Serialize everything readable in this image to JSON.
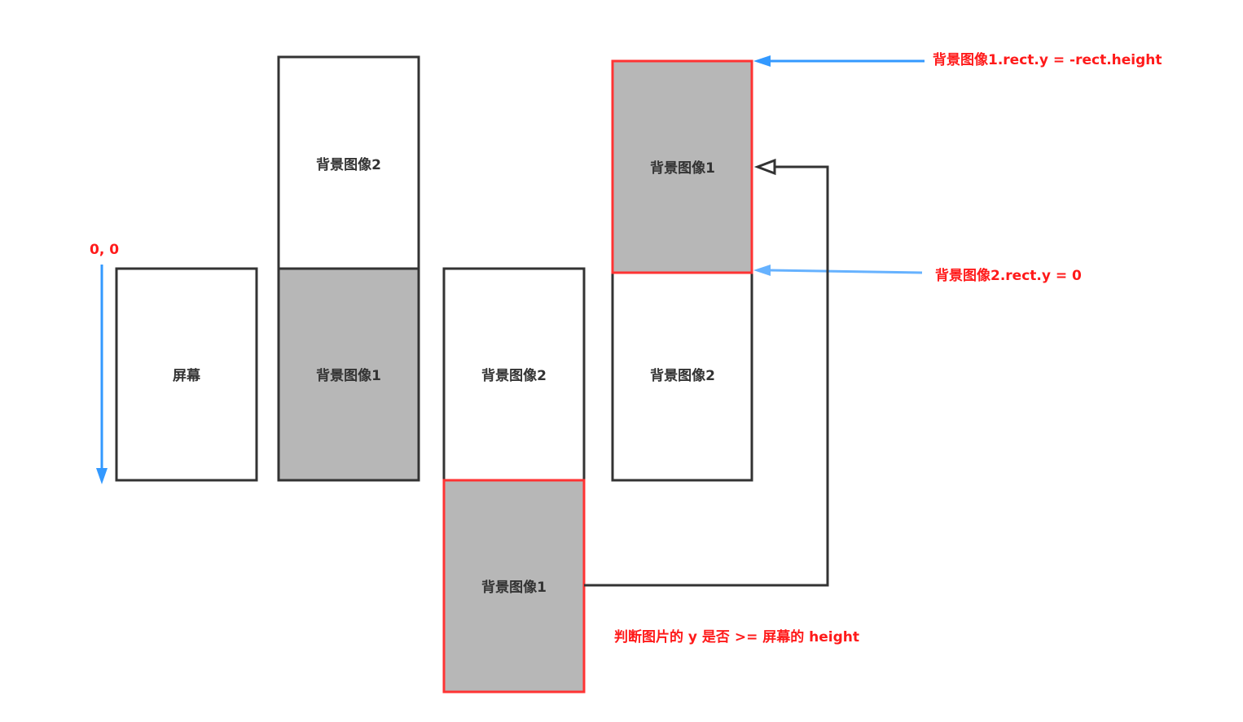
{
  "origin_label": "0, 0",
  "screen_label": "屏幕",
  "columns": [
    {
      "top": "背景图像2",
      "bottom": "背景图像1"
    },
    {
      "top": "背景图像2",
      "bottom": "背景图像1"
    },
    {
      "top": "背景图像1",
      "bottom": "背景图像2"
    }
  ],
  "annotations": {
    "bg1_y": "背景图像1.rect.y = -rect.height",
    "bg2_y": "背景图像2.rect.y = 0",
    "condition": "判断图片的 y 是否 >= 屏幕的 height"
  },
  "colors": {
    "gray": "#b7b7b7",
    "stroke": "#333333",
    "red": "#ff3333",
    "blue": "#3399ff",
    "lightblue": "#66b2ff"
  }
}
